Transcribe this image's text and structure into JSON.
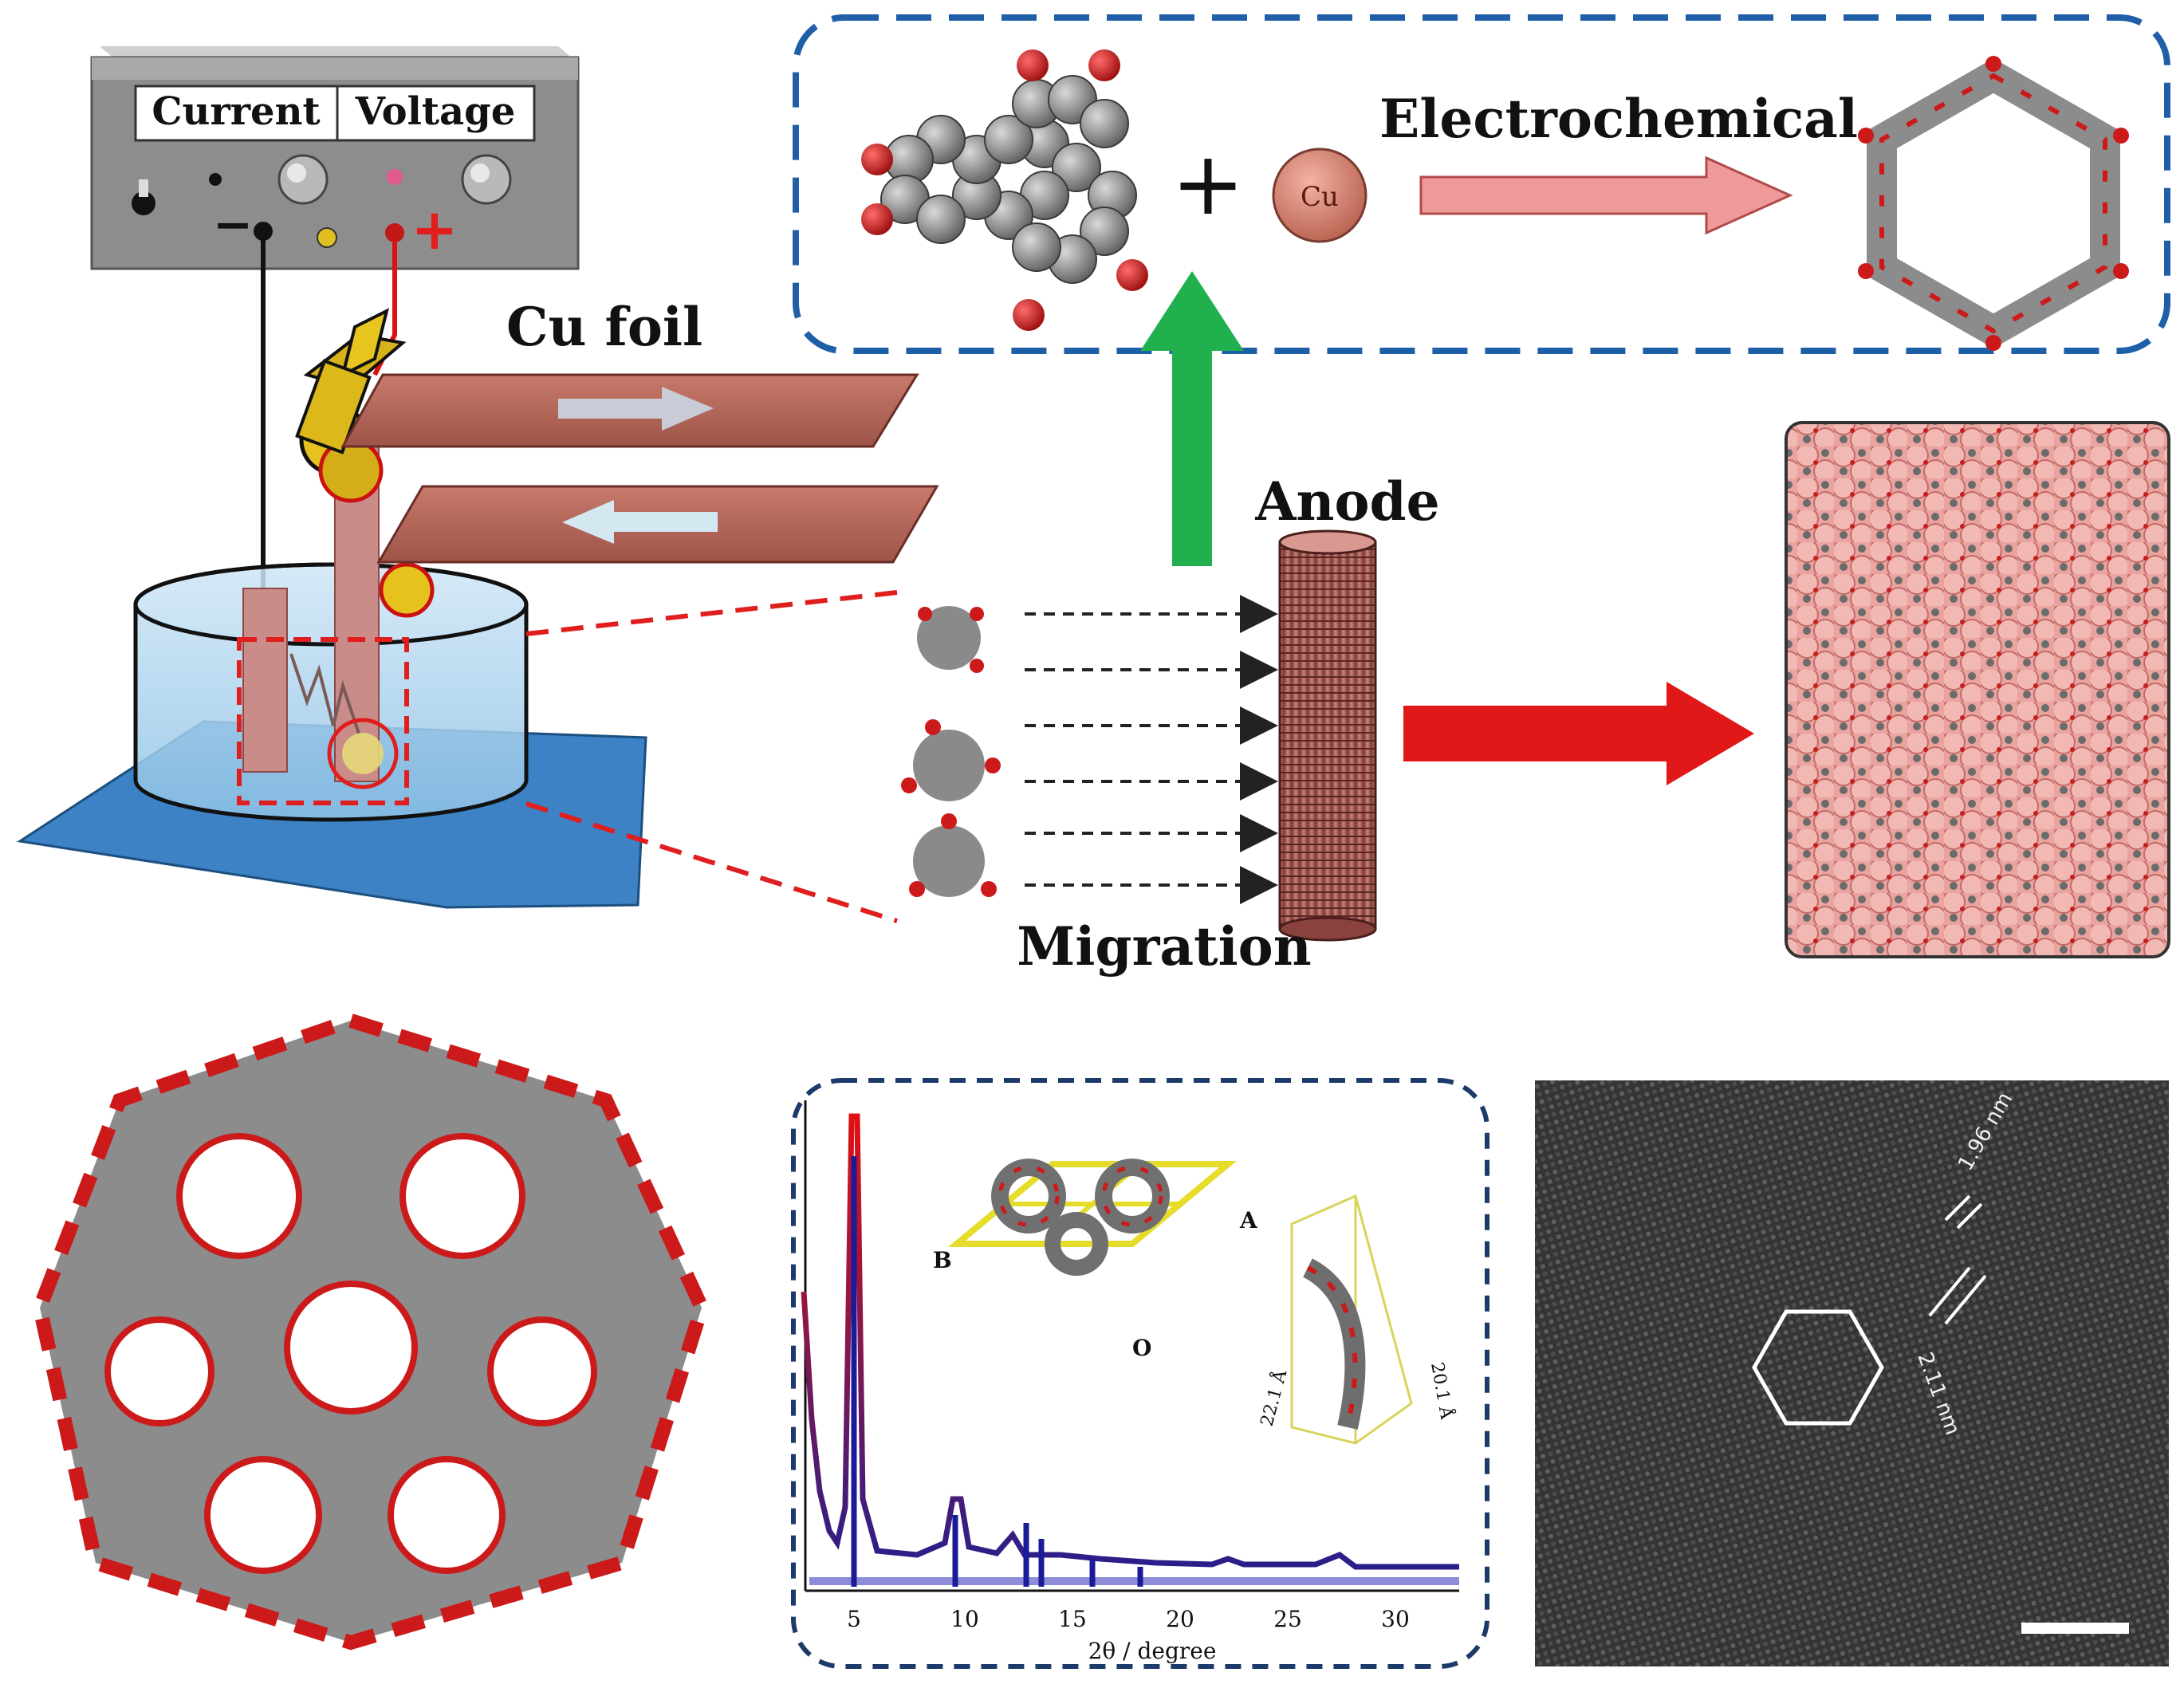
{
  "power_supply": {
    "current_label": "Current",
    "voltage_label": "Voltage",
    "minus_sign": "−",
    "plus_sign": "+"
  },
  "labels": {
    "cu_foil": "Cu foil",
    "electrochemical": "Electrochemical",
    "anode": "Anode",
    "migration": "Migration",
    "plus": "+",
    "cu_atom": "Cu"
  },
  "xrd": {
    "xlabel": "2θ / degree",
    "ticks": [
      "5",
      "10",
      "15",
      "20",
      "25",
      "30"
    ],
    "lattice_labels": {
      "a": "A",
      "b": "B",
      "o": "O"
    },
    "dims": [
      "22.1 Å",
      "20.1 Å"
    ]
  },
  "hrtem": {
    "spacing_1": "1.96 nm",
    "spacing_2": "2.11 nm"
  },
  "colors": {
    "oxygen_red": "#cc1a1a",
    "carbon_gray": "#8a8a8a",
    "copper": "#c97a6e",
    "frame_blue": "#1f5fa8",
    "dashed_red": "#d42020",
    "arrow_green": "#1fae4b",
    "arrow_pink": "#e88a8a"
  }
}
